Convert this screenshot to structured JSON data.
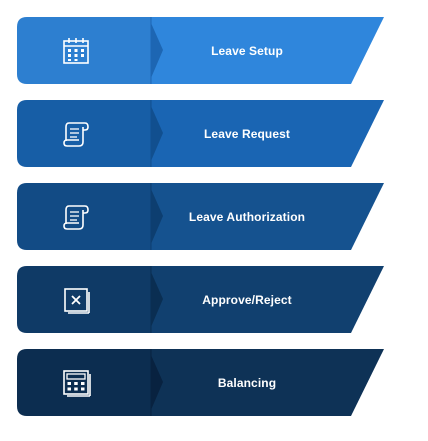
{
  "steps": [
    {
      "label": "Leave Setup",
      "icon": "calendar-icon",
      "head_color": "#2d7fd0",
      "body_color": "#2f86dc",
      "fold_color": "#1d66b3"
    },
    {
      "label": "Leave Request",
      "icon": "scroll-icon",
      "head_color": "#175ea6",
      "body_color": "#1a65b3",
      "fold_color": "#114f8f"
    },
    {
      "label": "Leave Authorization",
      "icon": "scroll-icon",
      "head_color": "#124b85",
      "body_color": "#15528f",
      "fold_color": "#0d3e70"
    },
    {
      "label": "Approve/Reject",
      "icon": "close-box-icon",
      "head_color": "#0f3a66",
      "body_color": "#11406f",
      "fold_color": "#0a2e52"
    },
    {
      "label": "Balancing",
      "icon": "calculator-icon",
      "head_color": "#0c2d50",
      "body_color": "#0e3256",
      "fold_color": "#082240"
    }
  ]
}
